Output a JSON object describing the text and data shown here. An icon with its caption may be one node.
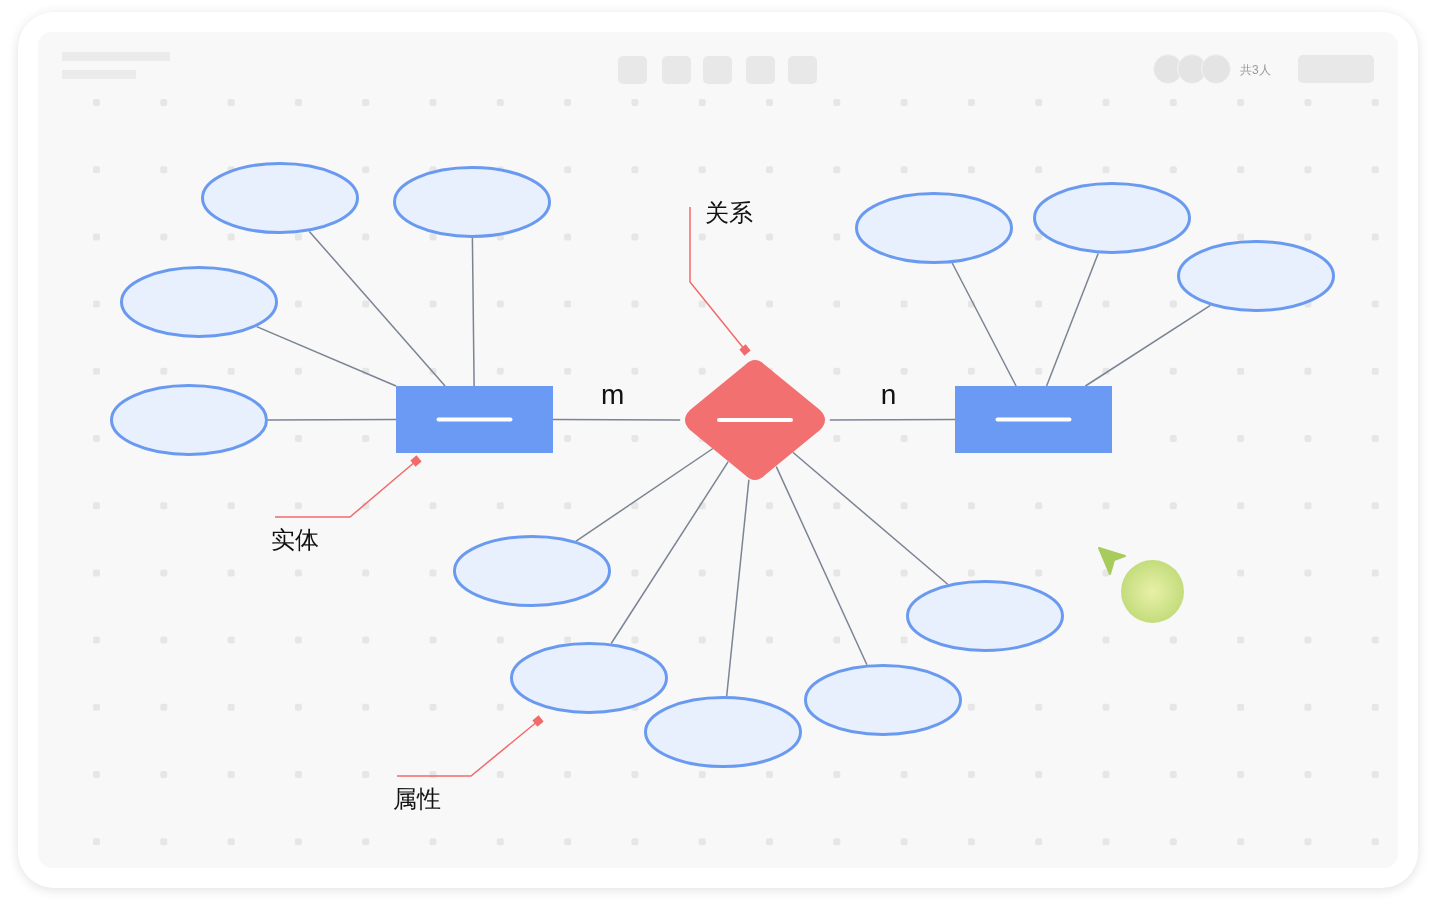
{
  "diagram": {
    "nodes": [
      {
        "text": [],
        "shape": "box"
      },
      {
        "text": [],
        "shape": "diamond"
      },
      {
        "text": [],
        "shape": "box"
      },
      {
        "text": [],
        "shape": "ellipse"
      },
      {
        "text": [],
        "shape": "ellipse"
      },
      {
        "text": [],
        "shape": "ellipse"
      },
      {
        "text": [],
        "shape": "ellipse"
      },
      {
        "text": [],
        "shape": "ellipse"
      },
      {
        "text": [],
        "shape": "ellipse"
      },
      {
        "text": [],
        "shape": "ellipse"
      },
      {
        "text": [],
        "shape": "ellipse"
      },
      {
        "text": [],
        "shape": "ellipse"
      },
      {
        "text": [],
        "shape": "ellipse"
      },
      {
        "text": [],
        "shape": "ellipse"
      },
      {
        "text": [],
        "shape": "ellipse"
      },
      {
        "text": [
          "关系"
        ]
      },
      {
        "text": [
          "实体"
        ]
      },
      {
        "text": [
          "属性"
        ]
      }
    ],
    "edges": [
      {
        "from": 0,
        "to": 1,
        "arrow": "none",
        "label": "m"
      },
      {
        "from": 1,
        "to": 2,
        "arrow": "none",
        "label": "n"
      },
      {
        "from": 0,
        "to": 3,
        "arrow": "none"
      },
      {
        "from": 0,
        "to": 4,
        "arrow": "none"
      },
      {
        "from": 0,
        "to": 5,
        "arrow": "none"
      },
      {
        "from": 0,
        "to": 6,
        "arrow": "none"
      },
      {
        "from": 2,
        "to": 7,
        "arrow": "none"
      },
      {
        "from": 2,
        "to": 8,
        "arrow": "none"
      },
      {
        "from": 2,
        "to": 9,
        "arrow": "none"
      },
      {
        "from": 1,
        "to": 10,
        "arrow": "none"
      },
      {
        "from": 1,
        "to": 11,
        "arrow": "none"
      },
      {
        "from": 1,
        "to": 12,
        "arrow": "none"
      },
      {
        "from": 1,
        "to": 13,
        "arrow": "none"
      },
      {
        "from": 1,
        "to": 14,
        "arrow": "none"
      },
      {
        "from": 15,
        "to": 1,
        "arrow": "other",
        "color": "#f26b6b"
      },
      {
        "from": 16,
        "to": 0,
        "arrow": "other",
        "color": "#f26b6b"
      },
      {
        "from": 17,
        "to": 11,
        "arrow": "other",
        "color": "#f26b6b"
      }
    ],
    "labels": [
      "共3人"
    ]
  }
}
